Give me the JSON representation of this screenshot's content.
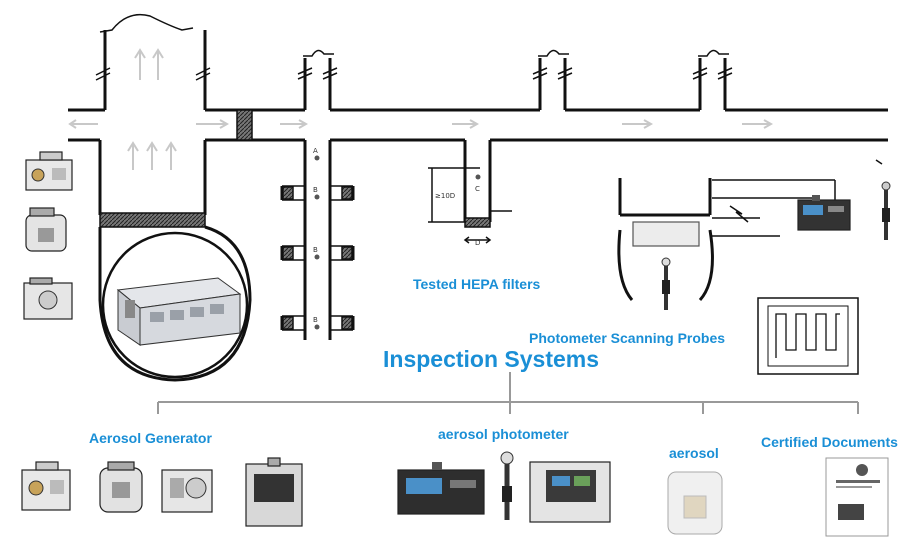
{
  "labels": {
    "tested_hepa": "Tested HEPA filters",
    "photometer_probes": "Photometer Scanning Probes",
    "inspection_title": "Inspection Systems",
    "aerosol_generator": "Aerosol Generator",
    "aerosol_photometer": "aerosol photometer",
    "aerosol": "aerosol",
    "certified_documents": "Certified Documents"
  },
  "duct_tags": {
    "a": "A",
    "b": "B",
    "c": "C",
    "dim_10d": "≥10D",
    "dim_d": "D"
  },
  "colors": {
    "label_blue": "#1a8fd6",
    "line_black": "#111111",
    "flow_arrow_gray": "#c8c8c8",
    "tree_gray": "#999999"
  }
}
